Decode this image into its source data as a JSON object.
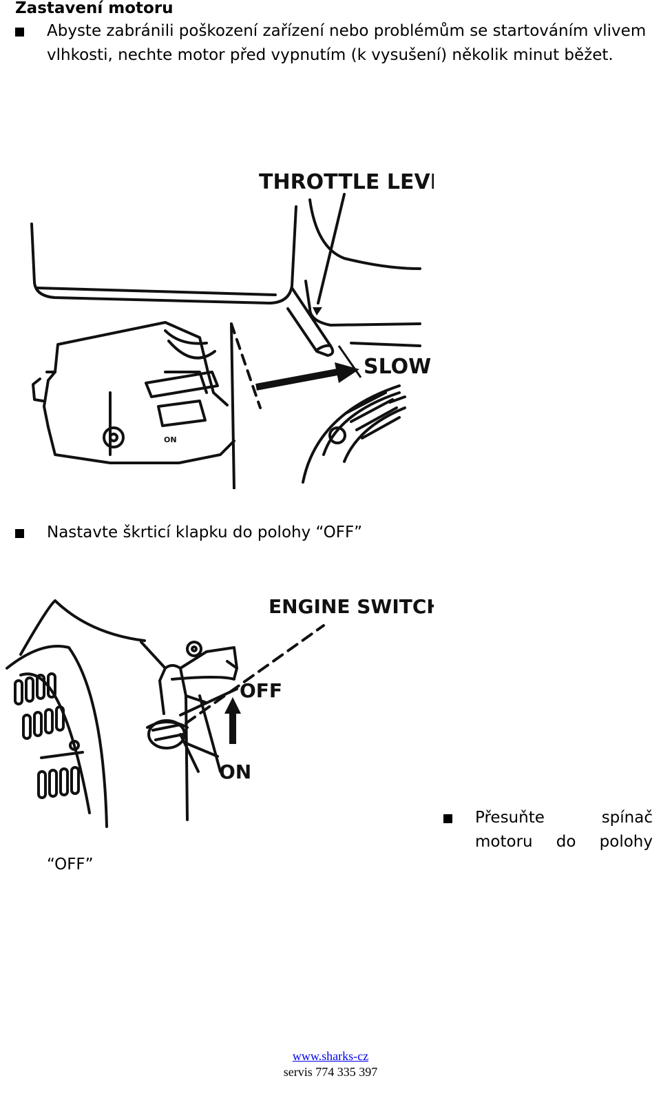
{
  "document": {
    "title": "Zastavení motoru",
    "steps": [
      {
        "text": "Abyste zabránili poškození zařízení nebo problémům se startováním vlivem vlhkosti, nechte motor před vypnutím (k vysušení) několik minut běžet."
      },
      {
        "text": "Nastavte škrticí klapku do polohy “OFF”"
      },
      {
        "text_words_line1": [
          "Přesuňte",
          "spínač"
        ],
        "text_words_line2": [
          "motoru",
          "do",
          "polohy"
        ],
        "text_tail": "“OFF”"
      }
    ],
    "figures": {
      "throttle": {
        "label_lever": "THROTTLE LEVER",
        "label_slow": "SLOW",
        "label_on": "ON"
      },
      "switch": {
        "label_switch": "ENGINE SWITCH",
        "label_off": "OFF",
        "label_on": "ON"
      }
    },
    "footer": {
      "link": "www.sharks-cz",
      "phone": "servis 774 335 397"
    }
  },
  "colors": {
    "text": "#000000",
    "link": "#0000ee",
    "background": "#ffffff"
  }
}
